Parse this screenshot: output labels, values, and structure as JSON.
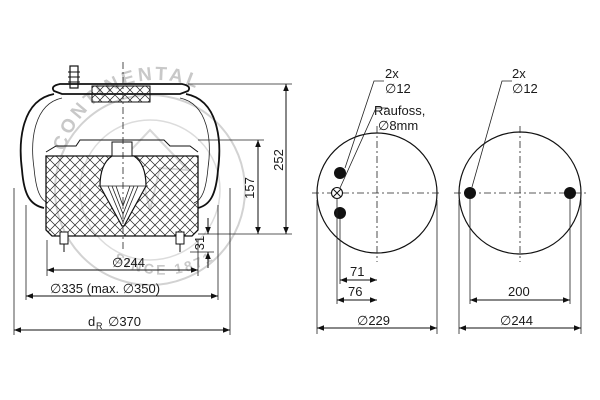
{
  "watermark": {
    "brand_text": "CONTINENTAL",
    "since_text": "SINCE 1871"
  },
  "side_view": {
    "dim_diameter_244": "∅244",
    "dim_diameter_335": "∅335 (max. ∅350)",
    "dim_d_prefix": "d",
    "dim_d_subscript": "R",
    "dim_diameter_370": "∅370",
    "dim_height_157": "157",
    "dim_height_252": "252",
    "dim_height_31": "31"
  },
  "top_view_left": {
    "bolt_count": "2x",
    "bolt_diameter": "∅12",
    "air_connector_name": "Raufoss,",
    "air_connector_diameter": "∅8mm",
    "dim_offset_71": "71",
    "dim_offset_76": "76",
    "dim_diameter_229": "∅229"
  },
  "top_view_right": {
    "bolt_count": "2x",
    "bolt_diameter": "∅12",
    "dim_spacing_200": "200",
    "dim_diameter_244": "∅244"
  },
  "colors": {
    "line": "#111111",
    "watermark": "#c8c8c8",
    "bolt": "#111111"
  }
}
